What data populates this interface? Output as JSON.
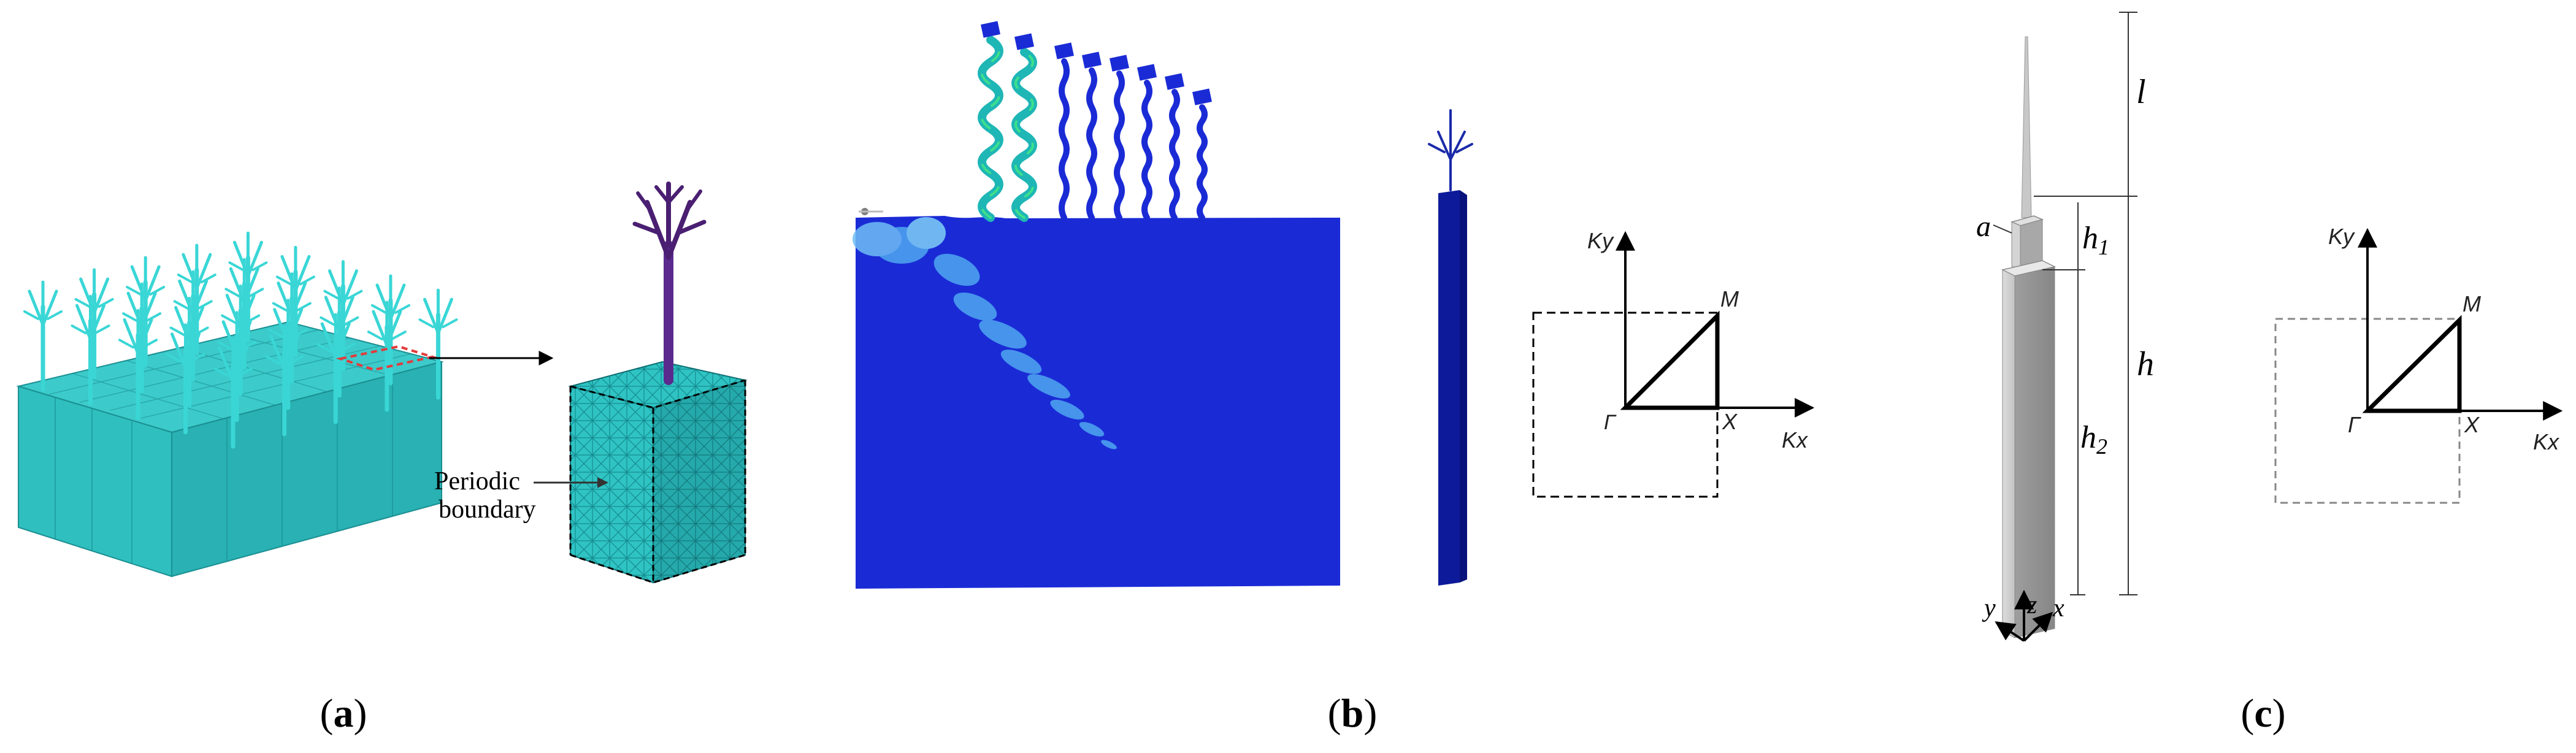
{
  "panel_a": {
    "caption_open": "(",
    "caption_letter": "a",
    "caption_close": ")",
    "annotation_line1": "Periodic",
    "annotation_line2": "boundary",
    "colors": {
      "cyan_base": "#2ec7c7",
      "cyan_dark": "#1a9c9f",
      "tree_cyan": "#35d8d8",
      "unit_tree_purple": "#4a1f72",
      "dashed_red": "#e23b3b"
    }
  },
  "panel_b": {
    "caption_open": "(",
    "caption_letter": "b",
    "caption_close": ")",
    "ibz": {
      "ky": "Ky",
      "kx": "Kx",
      "m": "M",
      "x": "X",
      "gamma": "Γ"
    },
    "colors": {
      "blue_field": "#1a2bd6",
      "wave_light": "#4ea7f0",
      "column_blue": "#0d1a9a"
    }
  },
  "panel_c": {
    "caption_open": "(",
    "caption_letter": "c",
    "caption_close": ")",
    "dims": {
      "l": "l",
      "a": "a",
      "h1": "h",
      "h1_sub": "1",
      "h": "h",
      "h2": "h",
      "h2_sub": "2"
    },
    "axes": {
      "x": "x",
      "y": "y",
      "z": "z"
    },
    "ibz": {
      "ky": "Ky",
      "kx": "Kx",
      "m": "M",
      "x": "X",
      "gamma": "Γ"
    }
  }
}
